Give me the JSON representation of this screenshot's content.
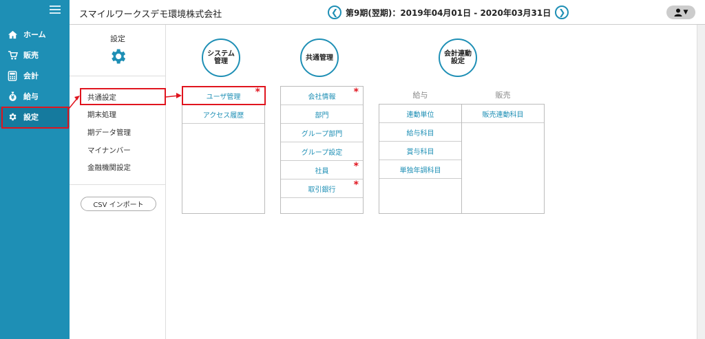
{
  "header": {
    "company": "スマイルワークスデモ環境株式会社",
    "period": "第9期(翌期)：2019年04月01日 - 2020年03月31日",
    "prev_icon": "chevron-left-icon",
    "next_icon": "chevron-right-icon",
    "user_icon": "user-icon"
  },
  "nav": {
    "items": [
      {
        "label": "ホーム",
        "icon": "home-icon"
      },
      {
        "label": "販売",
        "icon": "cart-icon"
      },
      {
        "label": "会計",
        "icon": "calculator-icon"
      },
      {
        "label": "給与",
        "icon": "money-bag-icon"
      },
      {
        "label": "設定",
        "icon": "gear-icon"
      }
    ],
    "active": "設定"
  },
  "subpanel": {
    "title": "設定",
    "items": [
      "共通設定",
      "期末処理",
      "期データ管理",
      "マイナンバー",
      "金融機関設定"
    ],
    "csv_button": "CSV インポート"
  },
  "sections": {
    "system": {
      "title_line1": "システム",
      "title_line2": "管理",
      "items": [
        "ユーザ管理",
        "アクセス履歴"
      ]
    },
    "common": {
      "title": "共通管理",
      "items": [
        "会社情報",
        "部門",
        "グループ部門",
        "グループ設定",
        "社員",
        "取引銀行"
      ]
    },
    "accounting": {
      "title_line1": "会計連動",
      "title_line2": "設定",
      "payroll_head": "給与",
      "sales_head": "販売",
      "payroll_items": [
        "連動単位",
        "給与科目",
        "賞与科目",
        "単独年調科目"
      ],
      "sales_items": [
        "販売連動科目"
      ]
    }
  },
  "colors": {
    "accent": "#1e8fb5",
    "highlight": "#e0141e",
    "required_mark": "*"
  }
}
